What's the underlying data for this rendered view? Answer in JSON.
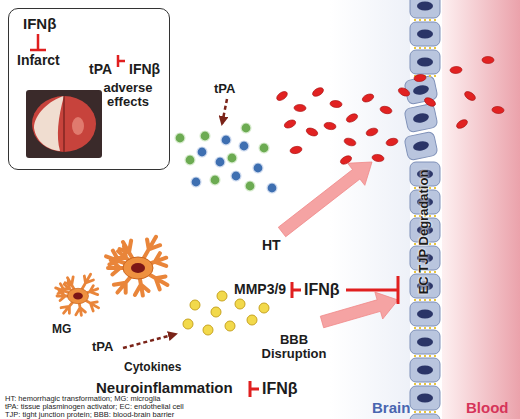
{
  "diagram": {
    "nodes": [
      {
        "text": [
          "IFNβ",
          "Infarct",
          "tPA",
          "IFNβ",
          "adverse effects"
        ]
      },
      {
        "text": [
          "EC TJP Degradation"
        ]
      }
    ],
    "labels": [
      "tPA",
      "HT",
      "MMP3/9",
      "IFNβ",
      "BBB Disruption",
      "MG",
      "tPA",
      "Cytokines",
      "Neuroinflammation",
      "IFNβ",
      "HT: hemorrhagic transformation; MG: microglia",
      "tPA: tissue plasminogen activator; EC: endothelial cell",
      "TJP: tight junction protein; BBB: blood-brain barrier",
      "Brain",
      "Blood"
    ]
  }
}
